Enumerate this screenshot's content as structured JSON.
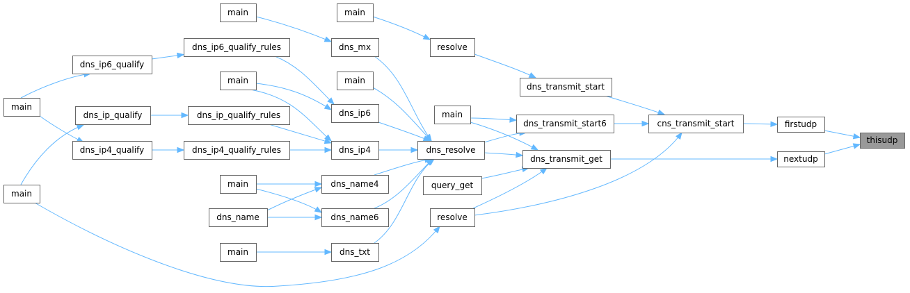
{
  "graph": {
    "type": "caller-graph",
    "nodes": [
      {
        "id": "n_thisudp",
        "label": "thisudp",
        "current": true
      },
      {
        "id": "n_firstudp",
        "label": "firstudp"
      },
      {
        "id": "n_nextudp",
        "label": "nextudp"
      },
      {
        "id": "n_cns_transmit_start",
        "label": "cns_transmit_start"
      },
      {
        "id": "n_dns_transmit_start",
        "label": "dns_transmit_start"
      },
      {
        "id": "n_dns_transmit_start6",
        "label": "dns_transmit_start6"
      },
      {
        "id": "n_dns_transmit_get",
        "label": "dns_transmit_get"
      },
      {
        "id": "n_resolve_top",
        "label": "resolve"
      },
      {
        "id": "n_resolve_bottom",
        "label": "resolve"
      },
      {
        "id": "n_query_get",
        "label": "query_get"
      },
      {
        "id": "n_main_mid",
        "label": "main"
      },
      {
        "id": "n_main_top_right",
        "label": "main"
      },
      {
        "id": "n_dns_resolve",
        "label": "dns_resolve"
      },
      {
        "id": "n_dns_mx",
        "label": "dns_mx"
      },
      {
        "id": "n_main_mx",
        "label": "main"
      },
      {
        "id": "n_main_r116",
        "label": "main"
      },
      {
        "id": "n_dns_ip6",
        "label": "dns_ip6"
      },
      {
        "id": "n_dns_ip4",
        "label": "dns_ip4"
      },
      {
        "id": "n_dns_name4",
        "label": "dns_name4"
      },
      {
        "id": "n_dns_name6",
        "label": "dns_name6"
      },
      {
        "id": "n_dns_txt",
        "label": "dns_txt"
      },
      {
        "id": "n_main_txt",
        "label": "main"
      },
      {
        "id": "n_main_name",
        "label": "main"
      },
      {
        "id": "n_dns_name",
        "label": "dns_name"
      },
      {
        "id": "n_main_r116b",
        "label": "main"
      },
      {
        "id": "n_dns_ip6_qualify_rules",
        "label": "dns_ip6_qualify_rules"
      },
      {
        "id": "n_dns_ip_qualify_rules",
        "label": "dns_ip_qualify_rules"
      },
      {
        "id": "n_dns_ip4_qualify_rules",
        "label": "dns_ip4_qualify_rules"
      },
      {
        "id": "n_dns_ip6_qualify",
        "label": "dns_ip6_qualify"
      },
      {
        "id": "n_dns_ip_qualify",
        "label": "dns_ip_qualify"
      },
      {
        "id": "n_dns_ip4_qualify",
        "label": "dns_ip4_qualify"
      },
      {
        "id": "n_main_left_top",
        "label": "main"
      },
      {
        "id": "n_main_left_bottom",
        "label": "main"
      }
    ],
    "edges": [
      {
        "from": "n_firstudp",
        "to": "n_thisudp"
      },
      {
        "from": "n_nextudp",
        "to": "n_thisudp"
      },
      {
        "from": "n_cns_transmit_start",
        "to": "n_firstudp"
      },
      {
        "from": "n_dns_transmit_get",
        "to": "n_nextudp"
      },
      {
        "from": "n_dns_transmit_start",
        "to": "n_cns_transmit_start"
      },
      {
        "from": "n_dns_transmit_start6",
        "to": "n_cns_transmit_start"
      },
      {
        "from": "n_resolve_bottom",
        "to": "n_cns_transmit_start"
      },
      {
        "from": "n_resolve_top",
        "to": "n_dns_transmit_start"
      },
      {
        "from": "n_main_mid",
        "to": "n_dns_transmit_start6"
      },
      {
        "from": "n_dns_resolve",
        "to": "n_dns_transmit_start6"
      },
      {
        "from": "n_main_mid",
        "to": "n_dns_transmit_get"
      },
      {
        "from": "n_dns_resolve",
        "to": "n_dns_transmit_get"
      },
      {
        "from": "n_query_get",
        "to": "n_dns_transmit_get"
      },
      {
        "from": "n_resolve_bottom",
        "to": "n_dns_transmit_get"
      },
      {
        "from": "n_main_top_right",
        "to": "n_resolve_top"
      },
      {
        "from": "n_main_mx",
        "to": "n_dns_mx"
      },
      {
        "from": "n_dns_mx",
        "to": "n_dns_resolve"
      },
      {
        "from": "n_main_r116",
        "to": "n_dns_resolve"
      },
      {
        "from": "n_dns_ip6",
        "to": "n_dns_resolve"
      },
      {
        "from": "n_dns_ip4",
        "to": "n_dns_resolve"
      },
      {
        "from": "n_dns_name4",
        "to": "n_dns_resolve"
      },
      {
        "from": "n_dns_name6",
        "to": "n_dns_resolve"
      },
      {
        "from": "n_dns_txt",
        "to": "n_dns_resolve"
      },
      {
        "from": "n_dns_ip6_qualify_rules",
        "to": "n_dns_ip6"
      },
      {
        "from": "n_main_r116b",
        "to": "n_dns_ip6"
      },
      {
        "from": "n_main_r116b",
        "to": "n_dns_ip4"
      },
      {
        "from": "n_dns_ip_qualify_rules",
        "to": "n_dns_ip4"
      },
      {
        "from": "n_dns_ip4_qualify_rules",
        "to": "n_dns_ip4"
      },
      {
        "from": "n_main_name",
        "to": "n_dns_name4"
      },
      {
        "from": "n_dns_name",
        "to": "n_dns_name4"
      },
      {
        "from": "n_main_name",
        "to": "n_dns_name6"
      },
      {
        "from": "n_dns_name",
        "to": "n_dns_name6"
      },
      {
        "from": "n_main_txt",
        "to": "n_dns_txt"
      },
      {
        "from": "n_dns_ip6_qualify",
        "to": "n_dns_ip6_qualify_rules"
      },
      {
        "from": "n_dns_ip_qualify",
        "to": "n_dns_ip_qualify_rules"
      },
      {
        "from": "n_dns_ip4_qualify",
        "to": "n_dns_ip4_qualify_rules"
      },
      {
        "from": "n_main_left_top",
        "to": "n_dns_ip6_qualify"
      },
      {
        "from": "n_main_left_top",
        "to": "n_dns_ip4_qualify"
      },
      {
        "from": "n_main_left_bottom",
        "to": "n_dns_ip_qualify"
      },
      {
        "from": "n_main_left_bottom",
        "to": "n_resolve_bottom"
      }
    ]
  },
  "colors": {
    "edge": "#63b8ff",
    "node_border": "#666666",
    "node_fill": "#ffffff",
    "current_fill": "#999999"
  }
}
